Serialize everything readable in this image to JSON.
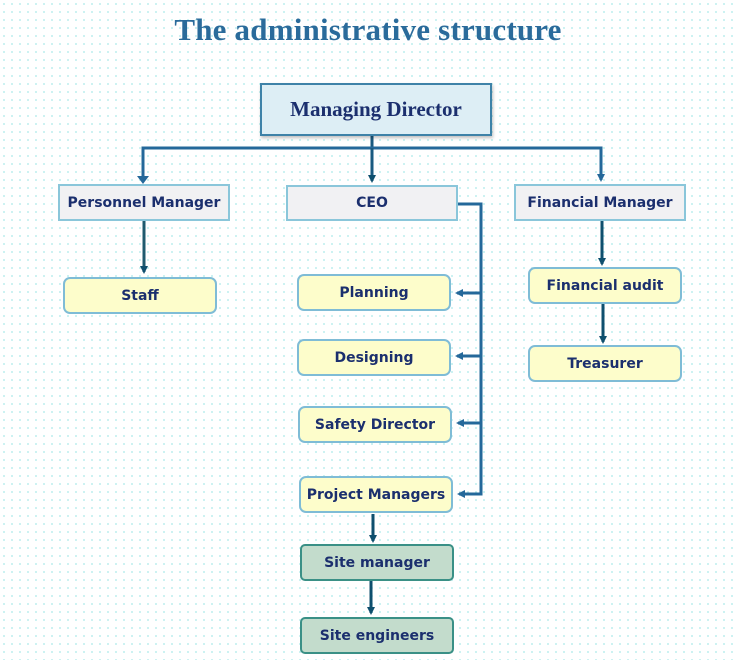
{
  "title": "The administrative structure",
  "colors": {
    "title": "#2a6b9b",
    "connector": "#24689a",
    "node_text": "#1b2f6e",
    "top_fill": "#ddeef5",
    "manager_fill": "#f1f1f3",
    "sub_fill": "#fdfdcb",
    "site_fill": "#c3dccc"
  },
  "nodes": {
    "managing_director": "Managing Director",
    "personnel_manager": "Personnel Manager",
    "ceo": "CEO",
    "financial_manager": "Financial Manager",
    "staff": "Staff",
    "planning": "Planning",
    "designing": "Designing",
    "safety_director": "Safety Director",
    "project_managers": "Project Managers",
    "site_manager": "Site manager",
    "site_engineers": "Site engineers",
    "financial_audit": "Financial audit",
    "treasurer": "Treasurer"
  },
  "hierarchy": [
    {
      "parent": "Managing Director",
      "children": [
        "Personnel Manager",
        "CEO",
        "Financial Manager"
      ]
    },
    {
      "parent": "Personnel Manager",
      "children": [
        "Staff"
      ]
    },
    {
      "parent": "CEO",
      "children": [
        "Planning",
        "Designing",
        "Safety Director",
        "Project Managers"
      ]
    },
    {
      "parent": "Project Managers",
      "children": [
        "Site manager"
      ]
    },
    {
      "parent": "Site manager",
      "children": [
        "Site engineers"
      ]
    },
    {
      "parent": "Financial Manager",
      "children": [
        "Financial audit"
      ]
    },
    {
      "parent": "Financial audit",
      "children": [
        "Treasurer"
      ]
    }
  ]
}
